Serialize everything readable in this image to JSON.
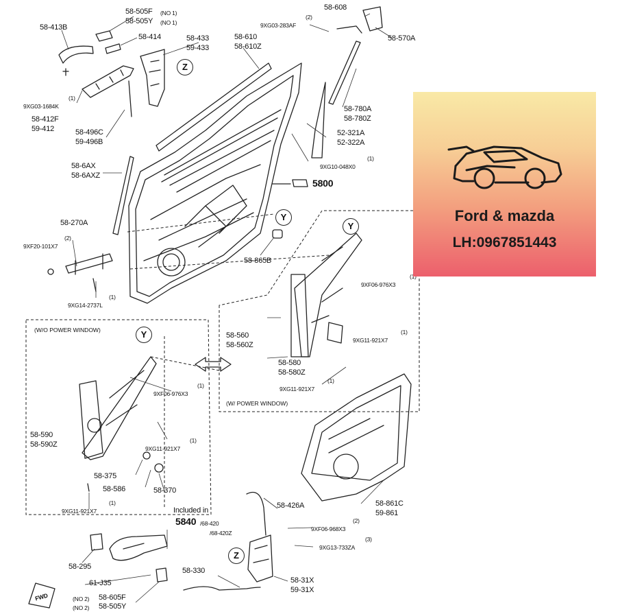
{
  "labels": {
    "p_413b": "58-413B",
    "p_505f": "58-505F",
    "p_505f_q": "(NO 1)",
    "p_505y": "58-505Y",
    "p_505y_q": "(NO 1)",
    "p_414": "58-414",
    "p_433a": "58-433",
    "p_433b": "59-433",
    "p_610a": "58-610",
    "p_610b": "58-610Z",
    "p_608": "58-608",
    "p_283_q": "(2)",
    "p_283": "9XG03-283AF",
    "p_570a": "58-570A",
    "p_1684_q": "(1)",
    "p_1684": "9XG03-1684K",
    "p_412f": "58-412F",
    "p_412": "59-412",
    "p_496c": "58-496C",
    "p_496b": "59-496B",
    "p_780a": "58-780A",
    "p_780z": "58-780Z",
    "p_321a": "52-321A",
    "p_322a": "52-322A",
    "p_048_q": "(1)",
    "p_048": "9XG10-048X0",
    "p_6ax": "58-6AX",
    "p_6axz": "58-6AXZ",
    "p_5800": "5800",
    "p_270a": "58-270A",
    "p_101_q": "(2)",
    "p_101": "9XF20-101X7",
    "p_2737_q": "(1)",
    "p_2737": "9XG14-2737L",
    "p_865b": "58-865B",
    "p_976_q1": "(1)",
    "p_976_1": "9XF06-976X3",
    "p_560": "58-560",
    "p_560z": "58-560Z",
    "p_921_q1": "(1)",
    "p_921_1": "9XG11-921X7",
    "p_580": "58-580",
    "p_580z": "58-580Z",
    "p_921_q2": "(1)",
    "p_921_2": "9XG11-921X7",
    "wpw": "(W/ POWER WINDOW)",
    "wopw": "(W/O POWER WINDOW)",
    "p_976_q2": "(1)",
    "p_976_2": "9XF06-976X3",
    "p_590": "58-590",
    "p_590z": "58-590Z",
    "p_921_q3": "(1)",
    "p_921_3": "9XG11-921X7",
    "p_375": "58-375",
    "p_586": "58-586",
    "p_370": "58-370",
    "p_921_q4": "(1)",
    "p_921_4": "9XG11-921X7",
    "included": "Included in",
    "p_5840": "5840",
    "p_68_420": "/68-420",
    "p_68_420z": "/68-420Z",
    "p_426a": "58-426A",
    "p_968_q": "(2)",
    "p_968": "9XF06-968X3",
    "p_733_q": "(3)",
    "p_733": "9XG13-733ZA",
    "p_861c": "58-861C",
    "p_861": "59-861",
    "p_295": "58-295",
    "p_j35": "61-J35",
    "p_330": "58-330",
    "p_31x": "58-31X",
    "p_31x2": "59-31X",
    "p_605f_q": "(NO 2)",
    "p_605f": "58-605F",
    "p_505y2_q": "(NO 2)",
    "p_505y2": "58-505Y",
    "fwd": "FWD"
  },
  "callouts": {
    "z1": "Z",
    "y1": "Y",
    "y2": "Y",
    "y3": "Y",
    "z2": "Z"
  },
  "ad": {
    "brand": "Ford & mazda",
    "phone": "LH:0967851443"
  }
}
